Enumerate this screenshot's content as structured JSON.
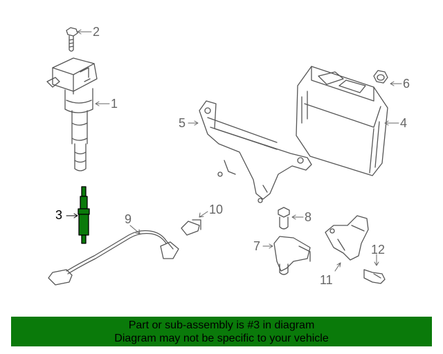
{
  "diagram": {
    "highlight_color": "#0a7a0a",
    "callouts": [
      {
        "id": "1",
        "label": "1"
      },
      {
        "id": "2",
        "label": "2"
      },
      {
        "id": "3",
        "label": "3"
      },
      {
        "id": "4",
        "label": "4"
      },
      {
        "id": "5",
        "label": "5"
      },
      {
        "id": "6",
        "label": "6"
      },
      {
        "id": "7",
        "label": "7"
      },
      {
        "id": "8",
        "label": "8"
      },
      {
        "id": "9",
        "label": "9"
      },
      {
        "id": "10",
        "label": "10"
      },
      {
        "id": "11",
        "label": "11"
      },
      {
        "id": "12",
        "label": "12"
      }
    ],
    "highlighted_part": "3"
  },
  "banner": {
    "line1": "Part or sub-assembly is #3 in diagram",
    "line2": "Diagram may not be specific to your vehicle",
    "background": "#0a7a0a"
  }
}
